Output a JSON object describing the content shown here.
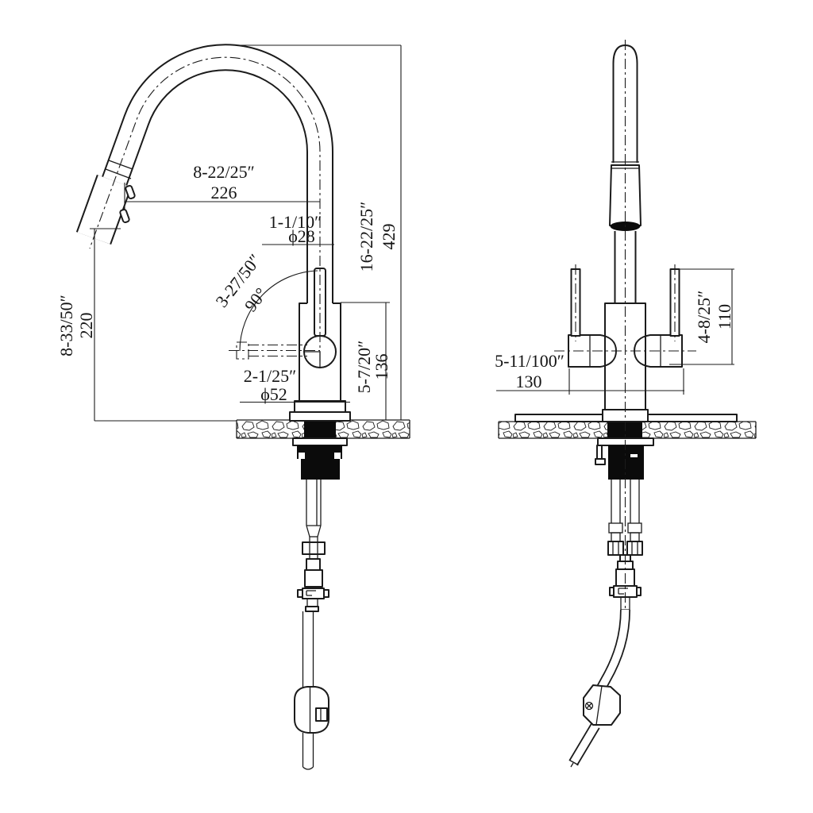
{
  "dimensions": {
    "spout_reach": {
      "inches": "8-22/25″",
      "mm": "226"
    },
    "spout_diameter": {
      "inches": "1-1/10″",
      "mm": "ϕ28"
    },
    "overall_height": {
      "inches": "16-22/25″",
      "mm": "429"
    },
    "spout_tip_height": {
      "inches": "8-33/50″",
      "mm": "220"
    },
    "handle_arc": {
      "inches": "3-27/50″"
    },
    "handle_swing": {
      "angle": "90°"
    },
    "base_diameter": {
      "inches": "2-1/25″",
      "mm": "ϕ52"
    },
    "body_height": {
      "inches": "5-7/20″",
      "mm": "136"
    },
    "valve_span": {
      "inches": "5-11/100″",
      "mm": "130"
    },
    "handle_height": {
      "inches": "4-8/25″",
      "mm": "110"
    }
  },
  "colors": {
    "line": "#1b1b1b",
    "dark_fill": "#0b0b0b",
    "background": "#ffffff"
  }
}
